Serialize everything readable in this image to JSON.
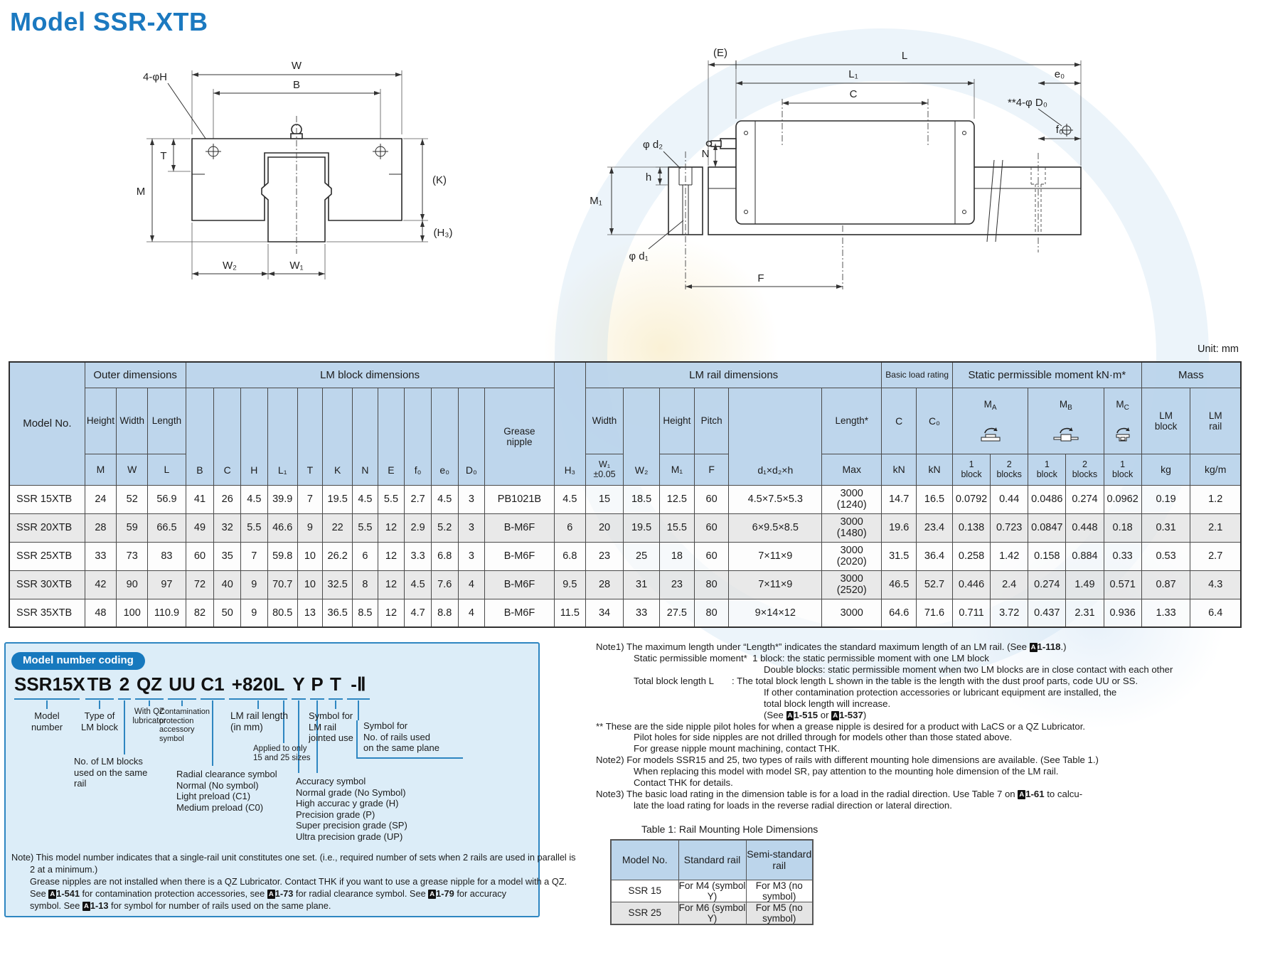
{
  "page": {
    "title": "Model SSR-XTB",
    "unit_label": "Unit: mm"
  },
  "colors": {
    "accent_blue": "#1b79c0",
    "table_header_blue": "#b8d3ea",
    "coding_box_bg": "#dcedf8",
    "coding_border": "#2e86c1",
    "pill_blue": "#1779be",
    "row_alt_gray": "#e4e4e4"
  },
  "diagram_front": {
    "w": "W",
    "b": "B",
    "h4": "4-φH",
    "t": "T",
    "m": "M",
    "k": "(K)",
    "h3": "(H₃)",
    "w2": "W₂",
    "w1": "W₁"
  },
  "diagram_side": {
    "e": "(E)",
    "l": "L",
    "l1": "L₁",
    "e0": "e₀",
    "d0": "**4-φ D₀",
    "c": "C",
    "n": "N",
    "f0": "f₀",
    "d2": "φ d₂",
    "h": "h",
    "m1": "M₁",
    "d1": "φ d₁",
    "f": "F"
  },
  "main_table": {
    "groups": {
      "model_no": "Model No.",
      "outer": "Outer dimensions",
      "lm_block": "LM block dimensions",
      "h3": "H₃",
      "lm_rail": "LM rail dimensions",
      "load": "Basic load rating",
      "moment": "Static permissible moment kN·m*",
      "mass": "Mass"
    },
    "sub": {
      "height": "Height",
      "width": "Width",
      "length": "Length",
      "b": "B",
      "c": "C",
      "h": "H",
      "l1": "L₁",
      "t": "T",
      "k": "K",
      "n": "N",
      "e": "E",
      "f0": "f₀",
      "e0": "e₀",
      "d0": "D₀",
      "grease": "Grease\nnipple",
      "rail_width": "Width",
      "rail_w2": "W₂",
      "rail_height": "Height",
      "rail_pitch": "Pitch",
      "d1d2h": "d₁×d₂×h",
      "length_star": "Length*",
      "c_dyn": "C",
      "c0": "C₀",
      "ma": "M_A",
      "mb": "M_B",
      "mc": "M_C",
      "lm_block_mass": "LM\nblock",
      "lm_rail_mass": "LM\nrail"
    },
    "units": {
      "m": "M",
      "w": "W",
      "l": "L",
      "w1": "W₁\n±0.05",
      "m1": "M₁",
      "f": "F",
      "max": "Max",
      "kn": "kN",
      "blk1": "1\nblock",
      "blk2": "2\nblocks",
      "kg": "kg",
      "kgm": "kg/m"
    },
    "rows": [
      {
        "cells": [
          "SSR 15XTB",
          "24",
          "52",
          "56.9",
          "41",
          "26",
          "4.5",
          "39.9",
          "7",
          "19.5",
          "4.5",
          "5.5",
          "2.7",
          "4.5",
          "3",
          "PB1021B",
          "4.5",
          "15",
          "18.5",
          "12.5",
          "60",
          "4.5×7.5×5.3",
          "3000\n(1240)",
          "14.7",
          "16.5",
          "0.0792",
          "0.44",
          "0.0486",
          "0.274",
          "0.0962",
          "0.19",
          "1.2"
        ]
      },
      {
        "cells": [
          "SSR 20XTB",
          "28",
          "59",
          "66.5",
          "49",
          "32",
          "5.5",
          "46.6",
          "9",
          "22",
          "5.5",
          "12",
          "2.9",
          "5.2",
          "3",
          "B-M6F",
          "6",
          "20",
          "19.5",
          "15.5",
          "60",
          "6×9.5×8.5",
          "3000\n(1480)",
          "19.6",
          "23.4",
          "0.138",
          "0.723",
          "0.0847",
          "0.448",
          "0.18",
          "0.31",
          "2.1"
        ]
      },
      {
        "cells": [
          "SSR 25XTB",
          "33",
          "73",
          "83",
          "60",
          "35",
          "7",
          "59.8",
          "10",
          "26.2",
          "6",
          "12",
          "3.3",
          "6.8",
          "3",
          "B-M6F",
          "6.8",
          "23",
          "25",
          "18",
          "60",
          "7×11×9",
          "3000\n(2020)",
          "31.5",
          "36.4",
          "0.258",
          "1.42",
          "0.158",
          "0.884",
          "0.33",
          "0.53",
          "2.7"
        ]
      },
      {
        "cells": [
          "SSR 30XTB",
          "42",
          "90",
          "97",
          "72",
          "40",
          "9",
          "70.7",
          "10",
          "32.5",
          "8",
          "12",
          "4.5",
          "7.6",
          "4",
          "B-M6F",
          "9.5",
          "28",
          "31",
          "23",
          "80",
          "7×11×9",
          "3000\n(2520)",
          "46.5",
          "52.7",
          "0.446",
          "2.4",
          "0.274",
          "1.49",
          "0.571",
          "0.87",
          "4.3"
        ]
      },
      {
        "cells": [
          "SSR 35XTB",
          "48",
          "100",
          "110.9",
          "82",
          "50",
          "9",
          "80.5",
          "13",
          "36.5",
          "8.5",
          "12",
          "4.7",
          "8.8",
          "4",
          "B-M6F",
          "11.5",
          "34",
          "33",
          "27.5",
          "80",
          "9×14×12",
          "3000",
          "64.6",
          "71.6",
          "0.711",
          "3.72",
          "0.437",
          "2.31",
          "0.936",
          "1.33",
          "6.4"
        ]
      }
    ]
  },
  "coding": {
    "pill": "Model number coding",
    "segments": [
      "SSR15X",
      "TB",
      "2",
      "QZ",
      "UU",
      "C1",
      "+820L",
      "Y",
      "P",
      "T",
      "-Ⅱ"
    ],
    "labels": {
      "model_number": "Model\nnumber",
      "type_block": "Type of\nLM block",
      "num_blocks": "No. of LM blocks\nused on the same\nrail",
      "qz": "With QZ\nlubricator",
      "contamination": "Contamination\nprotection\naccessory\nsymbol",
      "radial": "Radial clearance symbol\nNormal (No symbol)\nLight preload (C1)\nMedium preload (C0)",
      "rail_length": "LM rail length\n(in mm)",
      "applied": "Applied to only\n15 and 25 sizes",
      "accuracy": "Accuracy symbol\nNormal grade (No Symbol)\nHigh accurac y grade (H)\nPrecision grade (P)\nSuper precision grade (SP)\nUltra precision grade (UP)",
      "jointed": "Symbol for\nLM rail\njointed use",
      "num_rails": "Symbol for\nNo. of rails used\non the same plane"
    },
    "note_lines": [
      {
        "i": 0,
        "t": "Note) This model number indicates that a single-rail unit constitutes one set. (i.e., required number of sets when 2 rails are used in parallel is"
      },
      {
        "i": 1,
        "t": "2 at a minimum.)"
      },
      {
        "i": 1,
        "t": "Grease nipples are not installed when there is a QZ Lubricator. Contact THK if you want to use a grease nipple for a model with a QZ."
      },
      {
        "i": 1,
        "t": "See Ⓐ1-541 for contamination protection accessories, see Ⓐ1-73 for radial clearance symbol. See Ⓐ1-79 for accuracy"
      },
      {
        "i": 1,
        "t": "symbol. See Ⓐ1-13 for symbol for number of rails used on the same plane."
      }
    ]
  },
  "notes": {
    "lines": [
      {
        "i": 0,
        "t": "Note1) The maximum length under “Length*” indicates the standard maximum length of an LM rail. (See Ⓐ1-118.)"
      },
      {
        "i": 1,
        "t": "Static permissible moment*  1 block: the static permissible moment with one LM block"
      },
      {
        "i": 2,
        "t": "Double blocks: static permissible moment when two LM blocks are in close contact with each other"
      },
      {
        "i": 1,
        "t": "Total block length L       : The total block length L shown in the table is the length with the dust proof parts, code UU or SS."
      },
      {
        "i": 2,
        "t": "If other contamination protection accessories or lubricant equipment are installed, the"
      },
      {
        "i": 2,
        "t": "total block length will increase."
      },
      {
        "i": 2,
        "t": "(See Ⓐ1-515 or Ⓐ1-537)"
      },
      {
        "i": 0,
        "t": "** These are the side nipple pilot holes for when a grease nipple is desired for a product with LaCS or a QZ Lubricator."
      },
      {
        "i": 1,
        "t": "Pilot holes for side nipples are not drilled through for models other than those stated above."
      },
      {
        "i": 1,
        "t": "For grease nipple mount machining, contact THK."
      },
      {
        "i": 0,
        "t": "Note2) For models SSR15 and 25, two types of rails with different mounting hole dimensions are available. (See Table 1.)"
      },
      {
        "i": 1,
        "t": "When replacing this model with model SR, pay attention to the mounting hole dimension of the LM rail."
      },
      {
        "i": 1,
        "t": "Contact THK for details."
      },
      {
        "i": 0,
        "t": "Note3) The basic load rating in the dimension table is for a load in the radial direction. Use Table 7 on Ⓐ1-61 to calcu-"
      },
      {
        "i": 1,
        "t": "late the load rating for loads in the reverse radial direction or lateral direction."
      }
    ]
  },
  "table1": {
    "title": "Table 1: Rail Mounting Hole Dimensions",
    "headers": [
      "Model No.",
      "Standard rail",
      "Semi-standard\nrail"
    ],
    "rows": [
      [
        "SSR 15",
        "For M4 (symbol Y)",
        "For M3 (no symbol)"
      ],
      [
        "SSR 25",
        "For M6 (symbol Y)",
        "For M5 (no symbol)"
      ]
    ]
  }
}
